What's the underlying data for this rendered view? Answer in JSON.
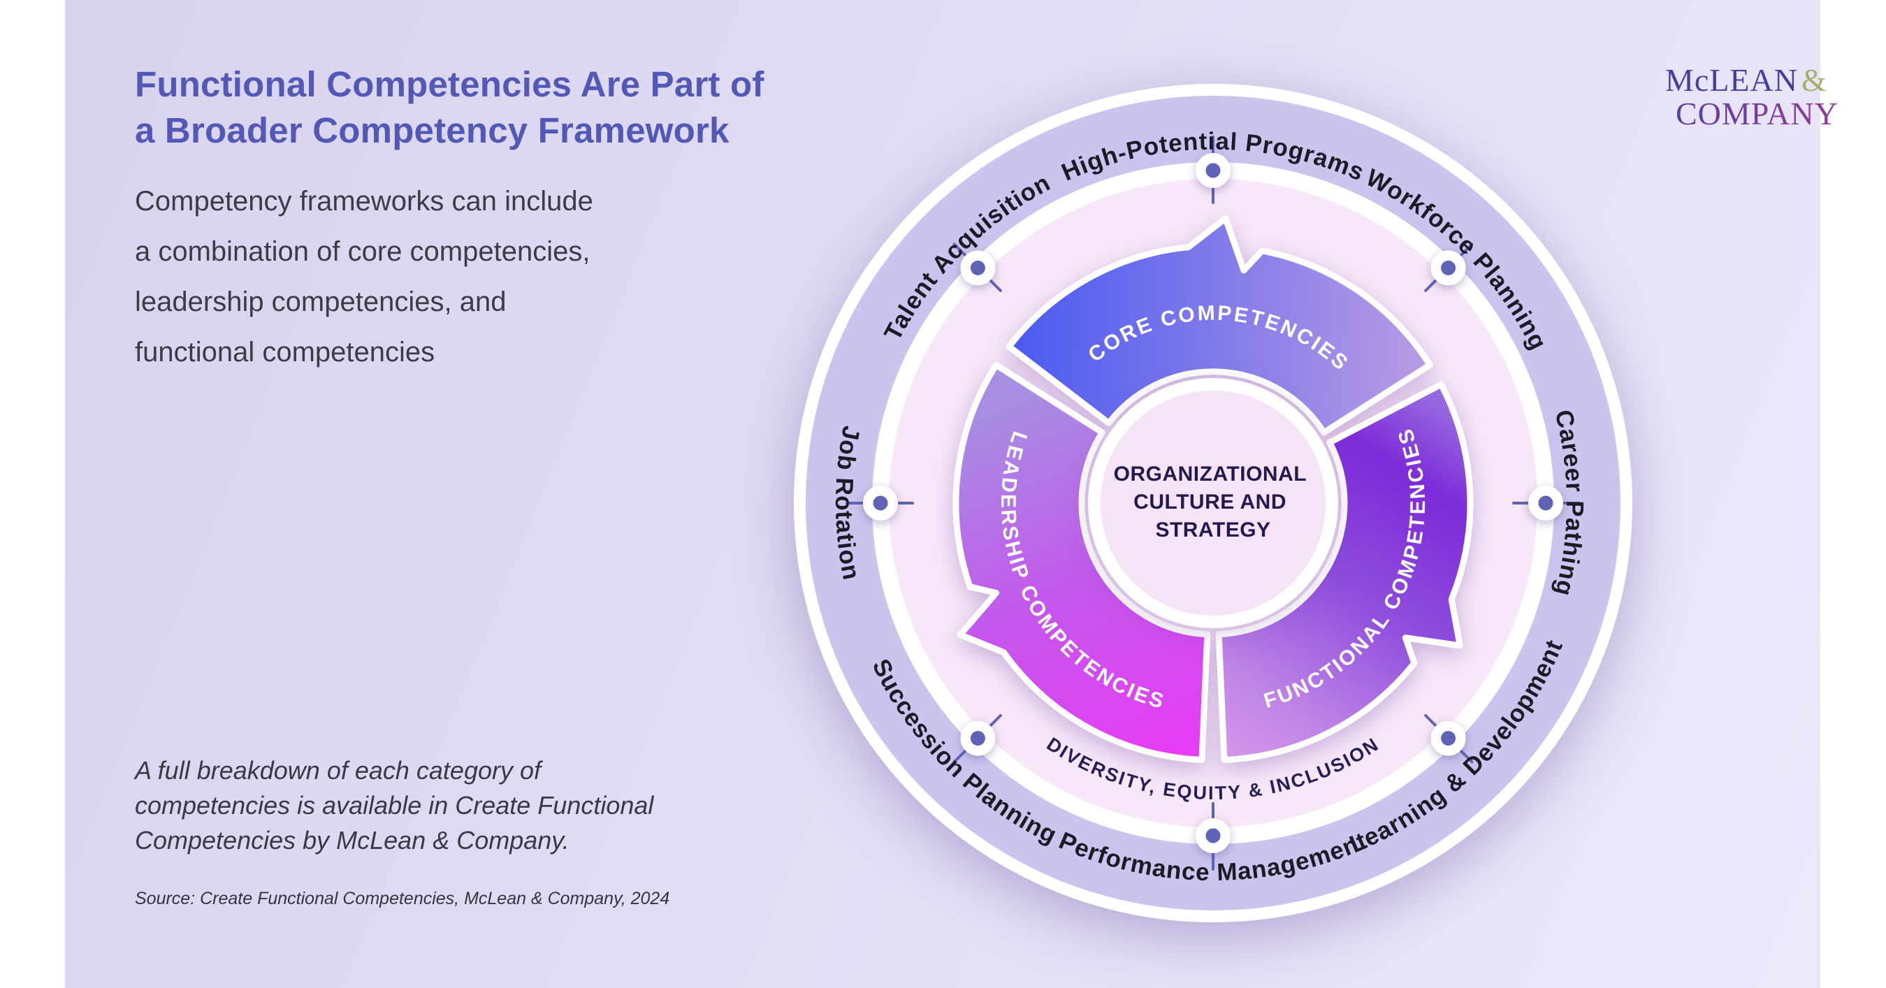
{
  "page": {
    "outer_background": "#ffffff",
    "canvas_gradient_start": "#d8d2ee",
    "canvas_gradient_end": "#ece8fa"
  },
  "header": {
    "title_line1": "Functional Competencies Are Part of",
    "title_line2": "a Broader Competency Framework",
    "title_color": "#5158b6"
  },
  "intro_text": "Competency frameworks can include\na combination of core competencies,\nleadership competencies, and\nfunctional competencies",
  "note_text": "A full breakdown of each category of\ncompetencies is available in Create Functional\nCompetencies by McLean & Company.",
  "source_text": "Source: Create Functional Competencies, McLean & Company, 2024",
  "logo": {
    "line1": "McLEAN",
    "ampersand": "&",
    "line2": "COMPANY",
    "color_main": "#443f9b",
    "color_ampersand": "#a9ae6c",
    "color_line2_start": "#5b3f9f",
    "color_line2_end": "#933d98"
  },
  "wheel": {
    "colors": {
      "outer_ring": "#c9c5ef",
      "middle_ring": "#f8e7f9",
      "center_circle": "#f6e3f6",
      "node_dot": "#5f63b6",
      "tick": "#5f63b6",
      "ring_label_color": "#1c1b24",
      "dei_color": "#241e55",
      "center_text_color": "#221a4e"
    },
    "center": {
      "line1": "ORGANIZATIONAL",
      "line2": "CULTURE AND",
      "line3": "STRATEGY"
    },
    "dei_label": "DIVERSITY, EQUITY & INCLUSION",
    "segments": [
      {
        "id": "core",
        "label": "CORE COMPETENCIES",
        "gradient": [
          "#4a5af0",
          "#b99ce4"
        ]
      },
      {
        "id": "functional",
        "label": "FUNCTIONAL COMPETENCIES",
        "gradient": [
          "#9668e0",
          "#7d2ad8",
          "#9050dd",
          "#c084e6",
          "#d598ec"
        ]
      },
      {
        "id": "leadership",
        "label": "LEADERSHIP COMPETENCIES",
        "gradient": [
          "#a78ee2",
          "#c457ec",
          "#e93bf5"
        ]
      }
    ],
    "outer_labels": [
      {
        "label": "High-Potential Programs",
        "position": "top"
      },
      {
        "label": "Workforce Planning",
        "position": "top-right"
      },
      {
        "label": "Career Pathing",
        "position": "right"
      },
      {
        "label": "Learning & Development",
        "position": "bottom-right"
      },
      {
        "label": "Performance Management",
        "position": "bottom"
      },
      {
        "label": "Succession Planning",
        "position": "bottom-left"
      },
      {
        "label": "Job Rotation",
        "position": "left"
      },
      {
        "label": "Talent Acquisition",
        "position": "top-left"
      }
    ]
  }
}
